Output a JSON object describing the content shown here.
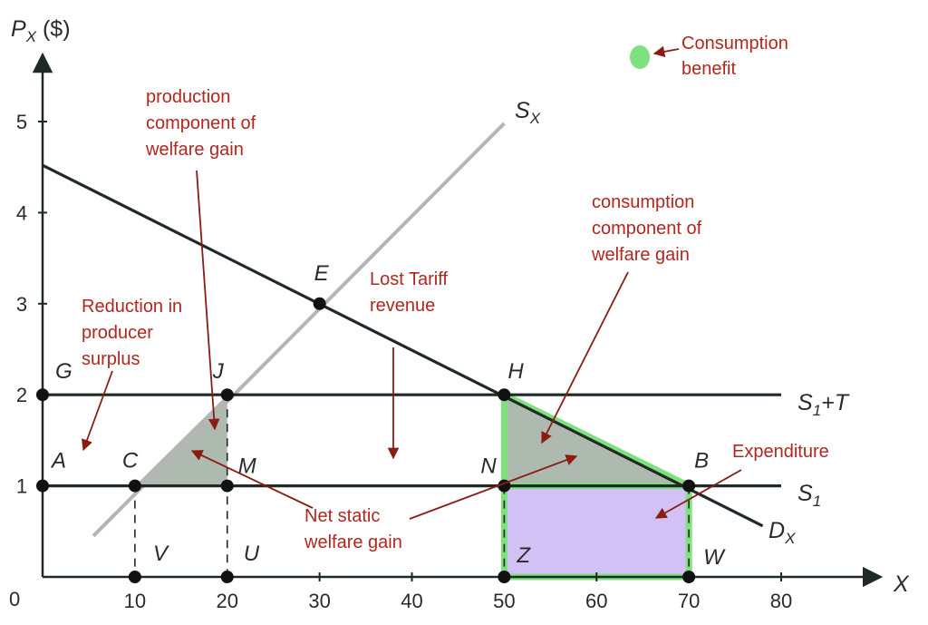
{
  "chart_data": {
    "type": "line",
    "xlabel": "X",
    "ylabel": "P_X ($)",
    "origin_label": "0",
    "xlim": [
      0,
      80
    ],
    "ylim": [
      0,
      5
    ],
    "x_ticks": [
      10,
      20,
      30,
      40,
      50,
      60,
      70,
      80
    ],
    "y_ticks": [
      1,
      2,
      3,
      4,
      5
    ],
    "grid": false,
    "colors": {
      "curve": "#1f2a24",
      "supply_curve": "#b5b5b5",
      "annotation": "#b3261e",
      "highlight_green": "#7ee07e",
      "highlight_purple": "#c9b6f2",
      "triangle_fill": "#93a396"
    },
    "series": [
      {
        "key": "Dx",
        "name": "D_X",
        "points": [
          [
            0,
            4.52
          ],
          [
            78,
            0.56
          ]
        ]
      },
      {
        "key": "Sx",
        "name": "S_X",
        "points": [
          [
            5.5,
            0.45
          ],
          [
            50,
            4.98
          ]
        ]
      },
      {
        "key": "S1T",
        "name": "S_1+T",
        "points": [
          [
            0,
            2
          ],
          [
            80,
            2
          ]
        ]
      },
      {
        "key": "S1",
        "name": "S_1",
        "points": [
          [
            0,
            1
          ],
          [
            80,
            1
          ]
        ]
      }
    ],
    "points": [
      {
        "label": "E",
        "x": 30,
        "y": 3
      },
      {
        "label": "G",
        "x": 0,
        "y": 2
      },
      {
        "label": "J",
        "x": 20,
        "y": 2
      },
      {
        "label": "H",
        "x": 50,
        "y": 2
      },
      {
        "label": "A",
        "x": 0,
        "y": 1
      },
      {
        "label": "C",
        "x": 10,
        "y": 1
      },
      {
        "label": "M",
        "x": 20,
        "y": 1
      },
      {
        "label": "N",
        "x": 50,
        "y": 1
      },
      {
        "label": "B",
        "x": 70,
        "y": 1
      },
      {
        "label": "V",
        "x": 10,
        "y": 0
      },
      {
        "label": "U",
        "x": 20,
        "y": 0
      },
      {
        "label": "Z",
        "x": 50,
        "y": 0
      },
      {
        "label": "W",
        "x": 70,
        "y": 0
      }
    ],
    "shaded_regions": [
      {
        "key": "production-triangle",
        "vertices": [
          [
            10,
            1
          ],
          [
            20,
            1
          ],
          [
            20,
            2
          ]
        ]
      },
      {
        "key": "consumption-triangle",
        "vertices": [
          [
            50,
            2
          ],
          [
            50,
            1
          ],
          [
            70,
            1
          ]
        ]
      },
      {
        "key": "expenditure-rect",
        "vertices": [
          [
            50,
            0
          ],
          [
            70,
            0
          ],
          [
            70,
            1
          ],
          [
            50,
            1
          ]
        ]
      }
    ],
    "annotations": [
      {
        "key": "consumption_benefit",
        "lines": [
          "Consumption",
          "benefit"
        ]
      },
      {
        "key": "production_component",
        "lines": [
          "production",
          "component of",
          "welfare gain"
        ]
      },
      {
        "key": "consumption_component",
        "lines": [
          "consumption",
          "component of",
          "welfare gain"
        ]
      },
      {
        "key": "reduction_ps",
        "lines": [
          "Reduction in",
          "producer",
          "surplus"
        ]
      },
      {
        "key": "lost_tariff",
        "lines": [
          "Lost Tariff",
          "revenue"
        ]
      },
      {
        "key": "expenditure",
        "lines": [
          "Expenditure"
        ]
      },
      {
        "key": "net_static",
        "lines": [
          "Net static",
          "welfare gain"
        ]
      }
    ]
  }
}
